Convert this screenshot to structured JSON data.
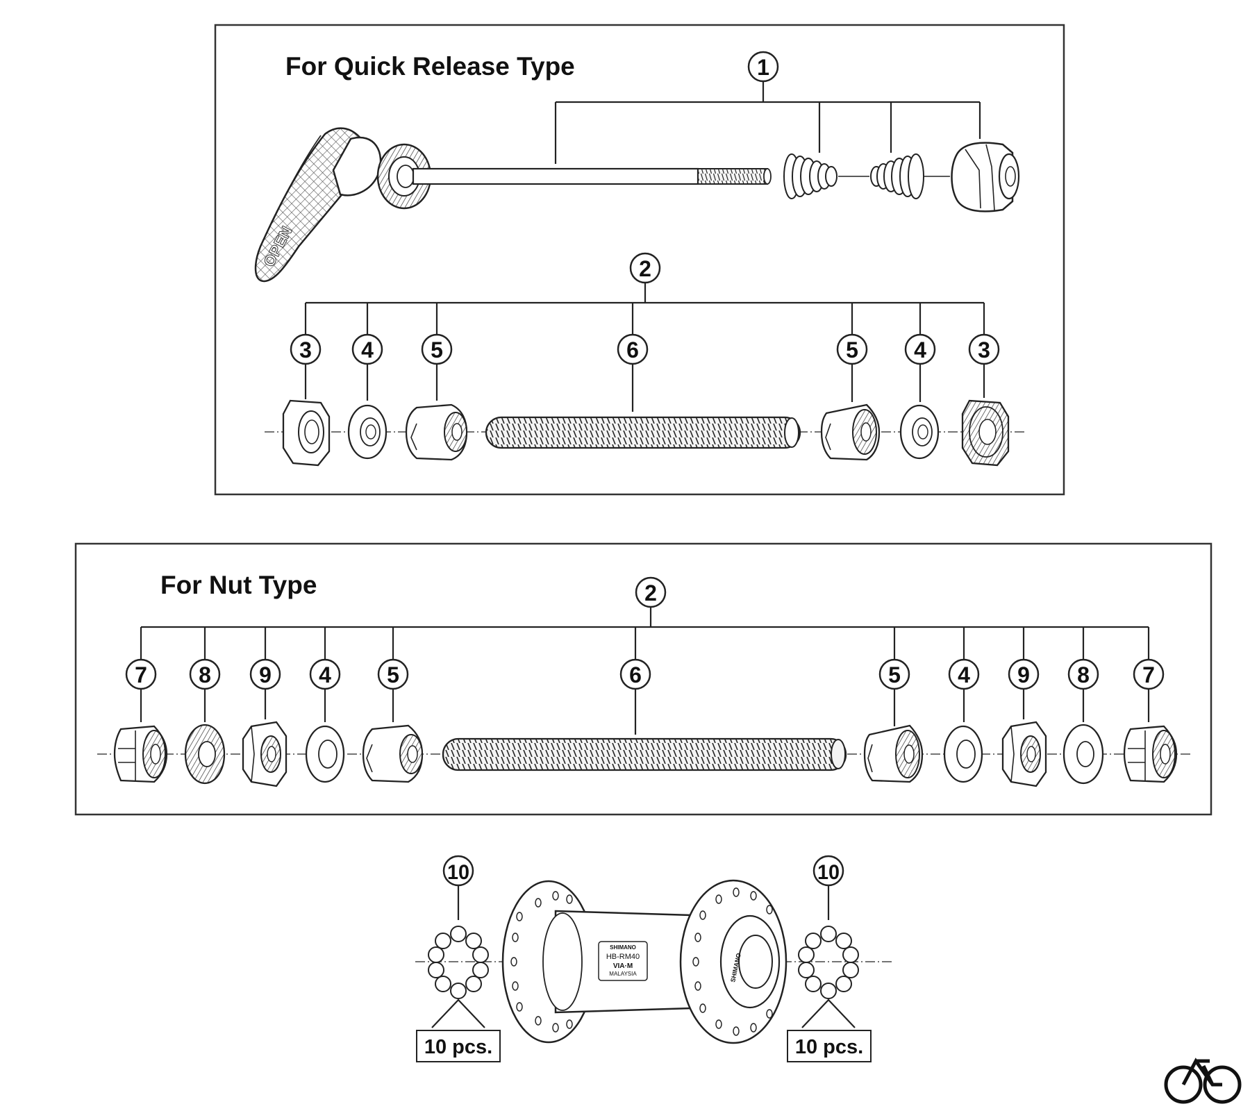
{
  "diagram": {
    "qr_panel": {
      "title": "For Quick Release Type",
      "callouts": [
        "1",
        "2",
        "3",
        "4",
        "5",
        "6",
        "5",
        "4",
        "3"
      ],
      "skewer_lever_text": "OPEN"
    },
    "nut_panel": {
      "title": "For Nut Type",
      "callouts": [
        "2",
        "7",
        "8",
        "9",
        "4",
        "5",
        "6",
        "5",
        "4",
        "9",
        "8",
        "7"
      ]
    },
    "hub": {
      "callouts": [
        "10",
        "10"
      ],
      "quantity_left": "10 pcs.",
      "quantity_right": "10 pcs.",
      "label_lines": [
        "SHIMANO",
        "HB-RM40",
        "VIA·M",
        "MALAYSIA"
      ],
      "flange_text": "SHIMANO"
    },
    "logo": "bicycle-icon"
  }
}
